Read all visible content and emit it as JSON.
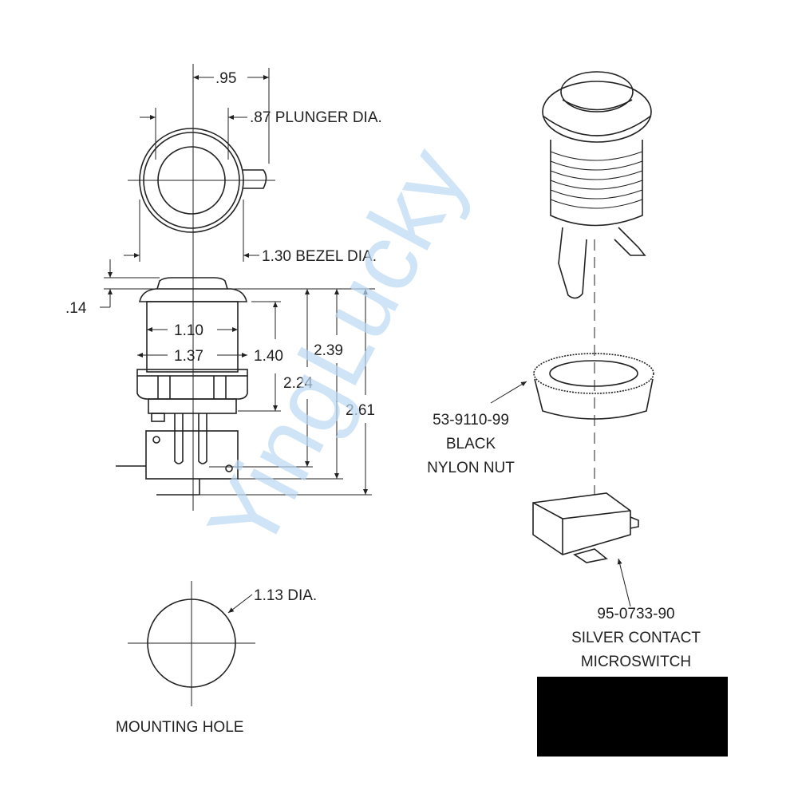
{
  "dimensions": {
    "width_095": ".95",
    "plunger_dia": ".87 PLUNGER DIA.",
    "bezel_dia": "1.30 BEZEL DIA.",
    "cap_height": ".14",
    "dim_110": "1.10",
    "dim_137": "1.37",
    "dim_140": "1.40",
    "dim_224": "2.24",
    "dim_239": "2.39",
    "dim_261": "2.61",
    "hole_dia": "1.13 DIA.",
    "mounting_hole": "MOUNTING HOLE"
  },
  "parts": {
    "nut": [
      "53-9110-99",
      "BLACK",
      "NYLON NUT"
    ],
    "switch": [
      "95-0733-90",
      "SILVER CONTACT",
      "MICROSWITCH"
    ]
  },
  "watermark": "YingLucky",
  "colors": {
    "line": "#222222",
    "watermark": "#bcd9f3",
    "block": "#000000"
  }
}
